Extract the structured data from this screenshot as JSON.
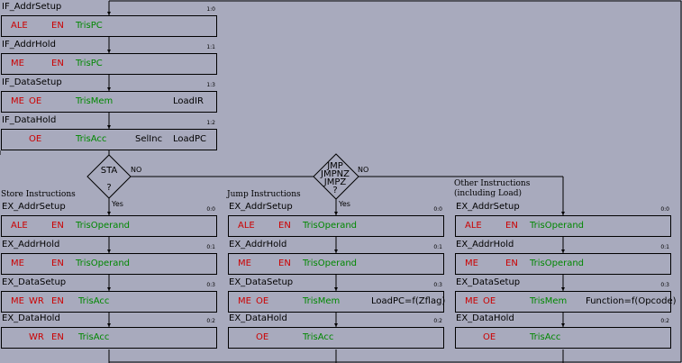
{
  "colors": {
    "background": "#a8aabd",
    "active_low": "#cc0000",
    "tristate": "#008800",
    "plain": "#000000"
  },
  "fetch": [
    {
      "name": "IF_AddrSetup",
      "code": "1:0",
      "signals": [
        {
          "text": "ALE",
          "color": "red"
        },
        {
          "text": "EN",
          "color": "red"
        },
        {
          "text": "TrisPC",
          "color": "green"
        }
      ]
    },
    {
      "name": "IF_AddrHold",
      "code": "1:1",
      "signals": [
        {
          "text": "ME",
          "color": "red"
        },
        {
          "text": "EN",
          "color": "red"
        },
        {
          "text": "TrisPC",
          "color": "green"
        }
      ]
    },
    {
      "name": "IF_DataSetup",
      "code": "1:3",
      "signals": [
        {
          "text": "ME",
          "color": "red"
        },
        {
          "text": "OE",
          "color": "red"
        },
        {
          "text": "TrisMem",
          "color": "green"
        },
        {
          "text": "LoadIR",
          "color": "black"
        }
      ]
    },
    {
      "name": "IF_DataHold",
      "code": "1:2",
      "signals": [
        {
          "text": "OE",
          "color": "red"
        },
        {
          "text": "TrisAcc",
          "color": "green"
        },
        {
          "text": "SelInc",
          "color": "black"
        },
        {
          "text": "LoadPC",
          "color": "black"
        }
      ]
    }
  ],
  "decisions": {
    "sta": {
      "label_top": "STA",
      "label_bottom": "?",
      "no": "NO",
      "yes": "Yes"
    },
    "jmp": {
      "line1": "JMP",
      "line2": "JMPNZ",
      "line3": "JMPZ",
      "line4": "?",
      "no": "NO",
      "yes": "Yes"
    }
  },
  "columns": [
    {
      "title": "Store Instructions",
      "title2": "",
      "states": [
        {
          "name": "EX_AddrSetup",
          "code": "0:0",
          "signals": [
            {
              "text": "ALE",
              "color": "red"
            },
            {
              "text": "EN",
              "color": "red"
            },
            {
              "text": "TrisOperand",
              "color": "green"
            }
          ]
        },
        {
          "name": "EX_AddrHold",
          "code": "0:1",
          "signals": [
            {
              "text": "ME",
              "color": "red"
            },
            {
              "text": "EN",
              "color": "red"
            },
            {
              "text": "TrisOperand",
              "color": "green"
            }
          ]
        },
        {
          "name": "EX_DataSetup",
          "code": "0:3",
          "signals": [
            {
              "text": "ME",
              "color": "red"
            },
            {
              "text": "WR",
              "color": "red"
            },
            {
              "text": "EN",
              "color": "red"
            },
            {
              "text": "TrisAcc",
              "color": "green"
            }
          ]
        },
        {
          "name": "EX_DataHold",
          "code": "0:2",
          "signals": [
            {
              "text": "WR",
              "color": "red"
            },
            {
              "text": "EN",
              "color": "red"
            },
            {
              "text": "TrisAcc",
              "color": "green"
            }
          ]
        }
      ]
    },
    {
      "title": "Jump Instructions",
      "title2": "",
      "states": [
        {
          "name": "EX_AddrSetup",
          "code": "0:0",
          "signals": [
            {
              "text": "ALE",
              "color": "red"
            },
            {
              "text": "EN",
              "color": "red"
            },
            {
              "text": "TrisOperand",
              "color": "green"
            }
          ]
        },
        {
          "name": "EX_AddrHold",
          "code": "0:1",
          "signals": [
            {
              "text": "ME",
              "color": "red"
            },
            {
              "text": "EN",
              "color": "red"
            },
            {
              "text": "TrisOperand",
              "color": "green"
            }
          ]
        },
        {
          "name": "EX_DataSetup",
          "code": "0:3",
          "signals": [
            {
              "text": "ME",
              "color": "red"
            },
            {
              "text": "OE",
              "color": "red"
            },
            {
              "text": "TrisMem",
              "color": "green"
            },
            {
              "text": "LoadPC=f(Zflag)",
              "color": "black"
            }
          ]
        },
        {
          "name": "EX_DataHold",
          "code": "0:2",
          "signals": [
            {
              "text": "OE",
              "color": "red"
            },
            {
              "text": "TrisAcc",
              "color": "green"
            }
          ]
        }
      ]
    },
    {
      "title": "Other Instructions",
      "title2": "(including Load)",
      "states": [
        {
          "name": "EX_AddrSetup",
          "code": "0:0",
          "signals": [
            {
              "text": "ALE",
              "color": "red"
            },
            {
              "text": "EN",
              "color": "red"
            },
            {
              "text": "TrisOperand",
              "color": "green"
            }
          ]
        },
        {
          "name": "EX_AddrHold",
          "code": "0:1",
          "signals": [
            {
              "text": "ME",
              "color": "red"
            },
            {
              "text": "EN",
              "color": "red"
            },
            {
              "text": "TrisOperand",
              "color": "green"
            }
          ]
        },
        {
          "name": "EX_DataSetup",
          "code": "0:3",
          "signals": [
            {
              "text": "ME",
              "color": "red"
            },
            {
              "text": "OE",
              "color": "red"
            },
            {
              "text": "TrisMem",
              "color": "green"
            },
            {
              "text": "Function=f(Opcode)",
              "color": "black"
            }
          ]
        },
        {
          "name": "EX_DataHold",
          "code": "0:2",
          "signals": [
            {
              "text": "OE",
              "color": "red"
            },
            {
              "text": "TrisAcc",
              "color": "green"
            }
          ]
        }
      ]
    }
  ]
}
